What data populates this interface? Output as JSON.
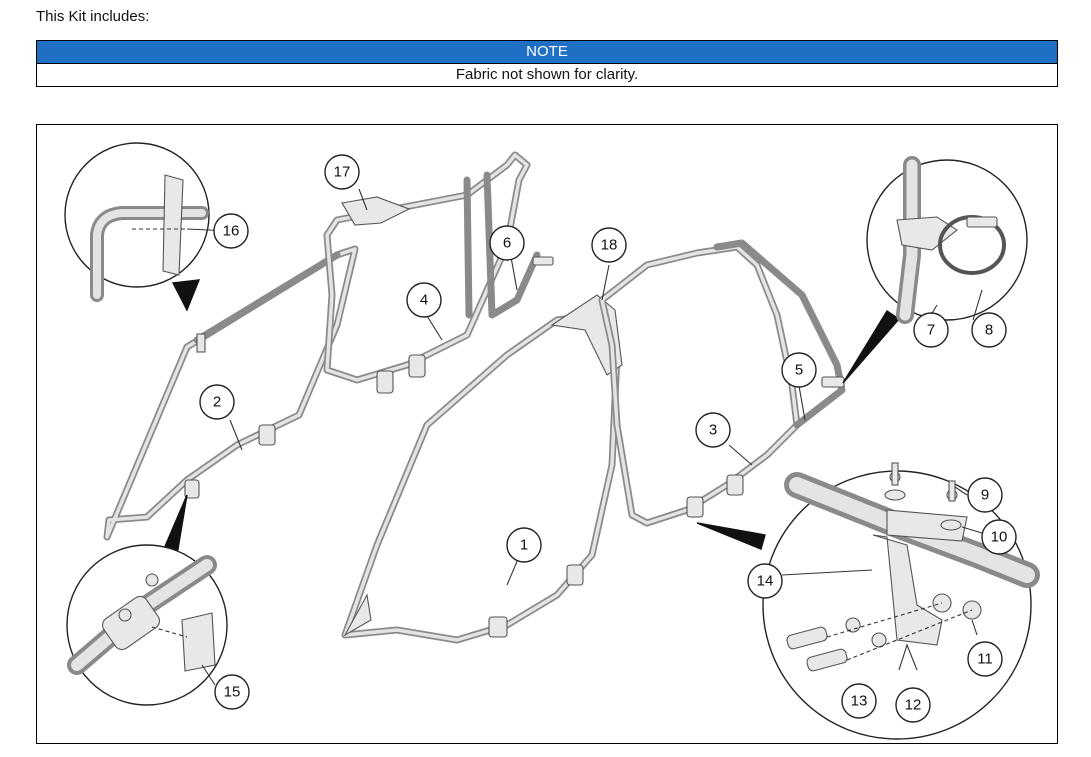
{
  "intro": "This Kit includes:",
  "note": {
    "heading": "NOTE",
    "text": "Fabric not shown for clarity."
  },
  "callouts": [
    {
      "id": "c1",
      "label": "1"
    },
    {
      "id": "c2",
      "label": "2"
    },
    {
      "id": "c3",
      "label": "3"
    },
    {
      "id": "c4",
      "label": "4"
    },
    {
      "id": "c5",
      "label": "5"
    },
    {
      "id": "c6",
      "label": "6"
    },
    {
      "id": "c7",
      "label": "7"
    },
    {
      "id": "c8",
      "label": "8"
    },
    {
      "id": "c9",
      "label": "9"
    },
    {
      "id": "c10",
      "label": "10"
    },
    {
      "id": "c11",
      "label": "11"
    },
    {
      "id": "c12",
      "label": "12"
    },
    {
      "id": "c13",
      "label": "13"
    },
    {
      "id": "c14",
      "label": "14"
    },
    {
      "id": "c15",
      "label": "15"
    },
    {
      "id": "c16",
      "label": "16"
    },
    {
      "id": "c17",
      "label": "17"
    },
    {
      "id": "c18",
      "label": "18"
    }
  ],
  "colors": {
    "note_header_bg": "#1f6fc5",
    "tube": "#8a8a8a"
  }
}
